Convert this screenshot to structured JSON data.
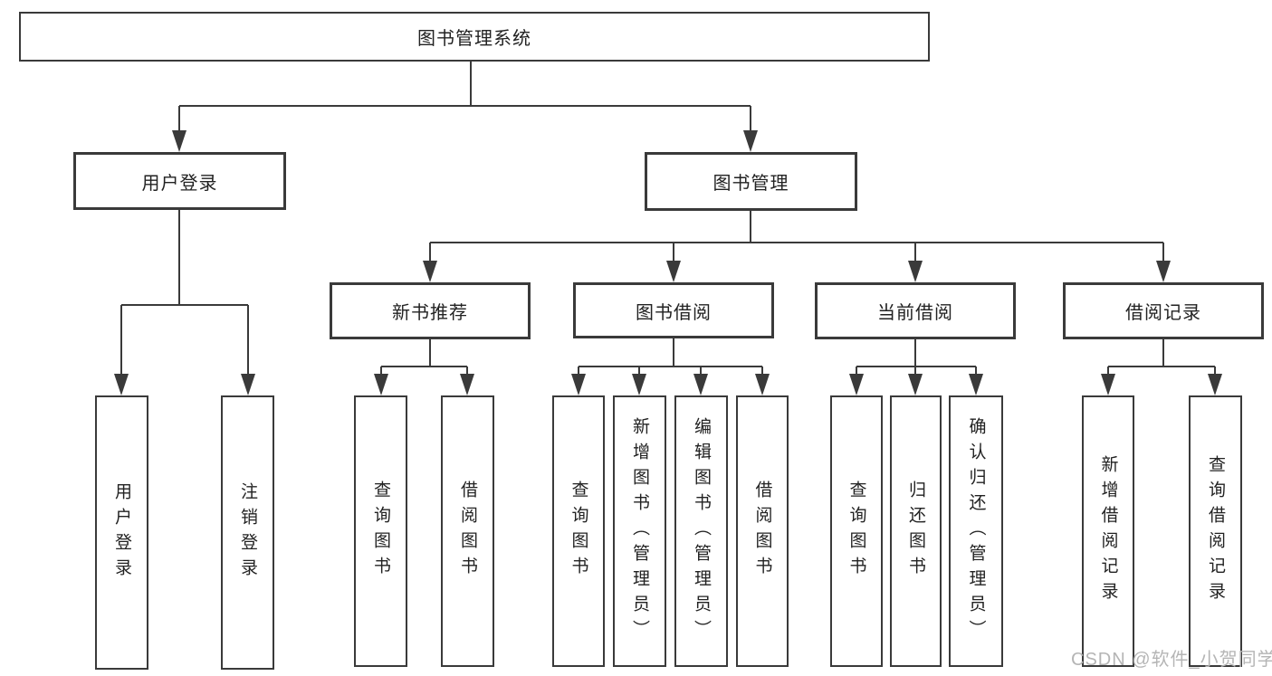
{
  "page": {
    "background": "#ffffff",
    "line_color": "#3a3a3a",
    "text_color": "#222222"
  },
  "watermark": {
    "text": "CSDN @软件_小贺同学",
    "color": "#b5b5b5"
  },
  "nodes": {
    "root": {
      "label": "图书管理系统"
    },
    "user_login": {
      "label": "用户登录",
      "children": [
        {
          "label": "用户登录"
        },
        {
          "label": "注销登录"
        }
      ]
    },
    "book_mgmt": {
      "label": "图书管理"
    },
    "new_book_rec": {
      "label": "新书推荐",
      "children": [
        {
          "label": "查询图书"
        },
        {
          "label": "借阅图书"
        }
      ]
    },
    "book_borrow": {
      "label": "图书借阅",
      "children": [
        {
          "label": "查询图书"
        },
        {
          "label": "新增图书（管理员）"
        },
        {
          "label": "编辑图书（管理员）"
        },
        {
          "label": "借阅图书"
        }
      ]
    },
    "current_borrow": {
      "label": "当前借阅",
      "children": [
        {
          "label": "查询图书"
        },
        {
          "label": "归还图书"
        },
        {
          "label": "确认归还（管理员）"
        }
      ]
    },
    "borrow_records": {
      "label": "借阅记录",
      "children": [
        {
          "label": "新增借阅记录"
        },
        {
          "label": "查询借阅记录"
        }
      ]
    }
  }
}
